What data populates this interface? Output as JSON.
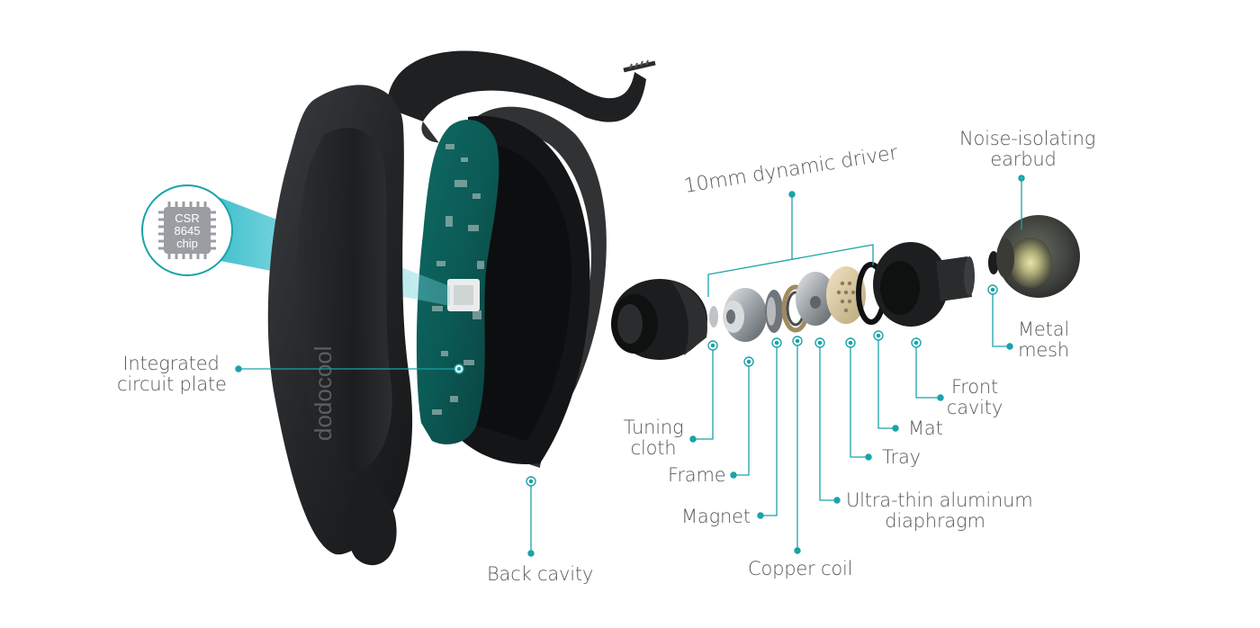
{
  "brand": {
    "logo": "dodocool",
    "accent_color": "#1aa3a8"
  },
  "chip": {
    "lines": [
      "CSR",
      "8645",
      "chip"
    ]
  },
  "labels": {
    "driver": "10mm dynamic driver",
    "earbud": [
      "Noise-isolating",
      "earbud"
    ],
    "circuit": [
      "Integrated",
      "circuit plate"
    ],
    "metal_mesh": [
      "Metal",
      "mesh"
    ],
    "front_cavity": [
      "Front",
      "cavity"
    ],
    "mat": "Mat",
    "tuning_cloth": [
      "Tuning",
      "cloth"
    ],
    "tray": "Tray",
    "frame": "Frame",
    "diaphragm": [
      "Ultra-thin aluminum",
      "diaphragm"
    ],
    "magnet": "Magnet",
    "back_cavity": "Back cavity",
    "copper_coil": "Copper coil"
  },
  "icons": [
    "chip-icon",
    "callout-dot-icon",
    "screw-icon"
  ]
}
